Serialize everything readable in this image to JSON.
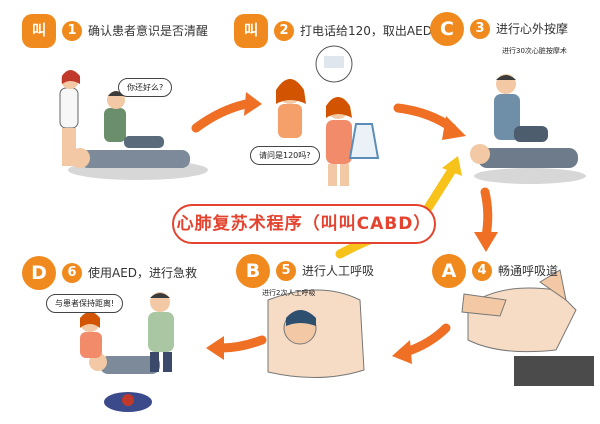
{
  "title": "心肺复苏术程序（叫叫CABD）",
  "steps": [
    {
      "badge": "叫",
      "num": "1",
      "title": "确认患者意识是否清醒",
      "bubble": "你还好么?"
    },
    {
      "badge": "叫",
      "num": "2",
      "title": "打电话给120，取出AED",
      "bubble": "请问是120吗?"
    },
    {
      "badge": "C",
      "num": "3",
      "title": "进行心外按摩",
      "note": "进行30次心脏按摩术"
    },
    {
      "badge": "A",
      "num": "4",
      "title": "畅通呼吸道"
    },
    {
      "badge": "B",
      "num": "5",
      "title": "进行人工呼吸",
      "note": "进行2次人工呼吸"
    },
    {
      "badge": "D",
      "num": "6",
      "title": "使用AED，进行急救",
      "bubble": "与患者保持距离!"
    }
  ],
  "colors": {
    "accent": "#f08a1e",
    "title_red": "#e4432f",
    "arrow_yellow": "#f7c21a",
    "arrow_orange": "#ef6f24"
  }
}
